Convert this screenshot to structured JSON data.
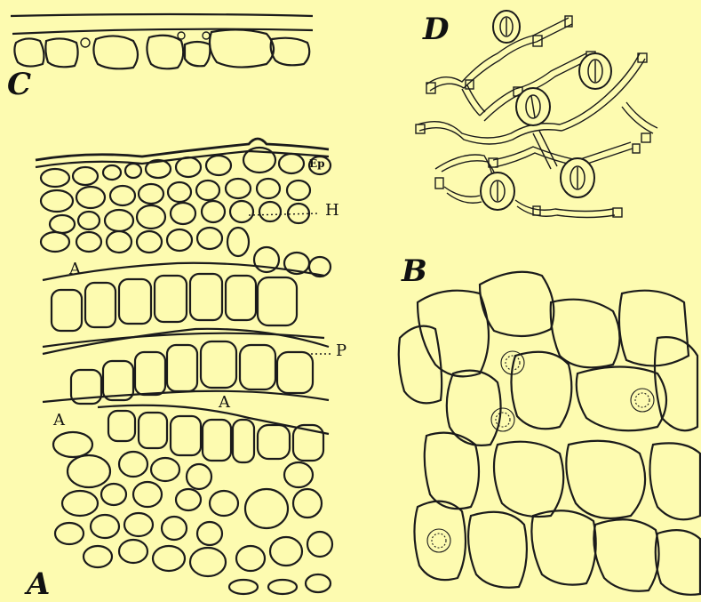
{
  "labels": {
    "panel_c": "C",
    "panel_d": "D",
    "panel_b": "B",
    "panel_a": "A",
    "epidermis": "Ep",
    "hypodermis": "H",
    "air_space_1": "A",
    "air_space_2": "A",
    "air_space_3": "A",
    "parenchyma": "P"
  }
}
